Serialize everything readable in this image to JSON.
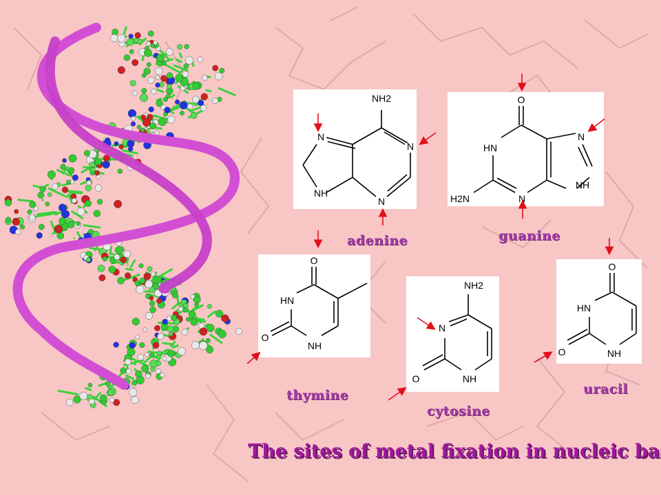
{
  "title": "The sites of metal fixation in nucleic bases",
  "bases": {
    "adenine": {
      "name": "adenine",
      "atoms": {
        "nh2": "NH2",
        "n1": "N",
        "n3": "N",
        "n7": "N",
        "nh9": "NH"
      }
    },
    "guanine": {
      "name": "guanine",
      "atoms": {
        "o": "O",
        "hn": "HN",
        "h2n": "H2N",
        "n3": "N",
        "n7": "N",
        "nh9": "NH"
      }
    },
    "thymine": {
      "name": "thymine",
      "atoms": {
        "o4": "O",
        "hn": "HN",
        "o2": "O",
        "nh": "NH"
      }
    },
    "cytosine": {
      "name": "cytosine",
      "atoms": {
        "nh2": "NH2",
        "n3": "N",
        "o": "O",
        "nh": "NH"
      }
    },
    "uracil": {
      "name": "uracil",
      "atoms": {
        "o4": "O",
        "hn": "HN",
        "o2": "O",
        "nh": "NH"
      }
    }
  },
  "colors": {
    "background": "#f9c6c6",
    "label": "#a23aa6",
    "arrow": "#e0101a",
    "ribbon": "#d83fd8"
  }
}
